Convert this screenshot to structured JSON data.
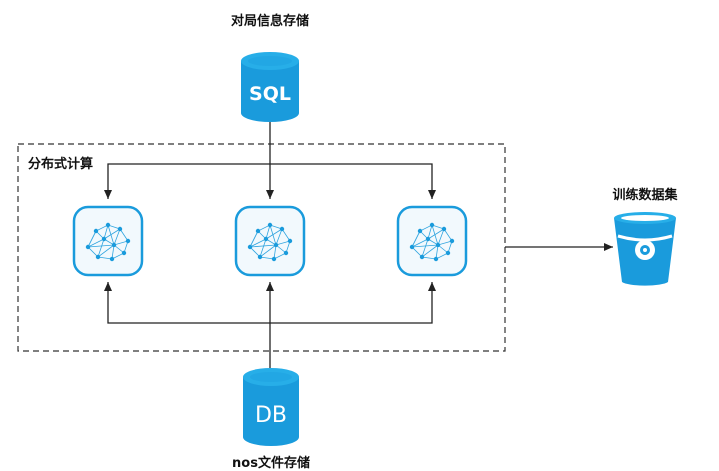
{
  "labels": {
    "match_storage": "对局信息存储",
    "distributed": "分布式计算",
    "training_set": "训练数据集",
    "nos_storage": "nos文件存储"
  },
  "icons": {
    "sql_db": {
      "text": "SQL",
      "color": "#1a9bdc"
    },
    "nos_db": {
      "text": "DB",
      "color": "#1a9bdc"
    },
    "bucket": {
      "color": "#1a9bdc"
    },
    "node": {
      "color": "#1a9bdc",
      "background": "#f2f9fd"
    }
  },
  "colors": {
    "arrow": "#222222",
    "group_border": "#333333"
  }
}
